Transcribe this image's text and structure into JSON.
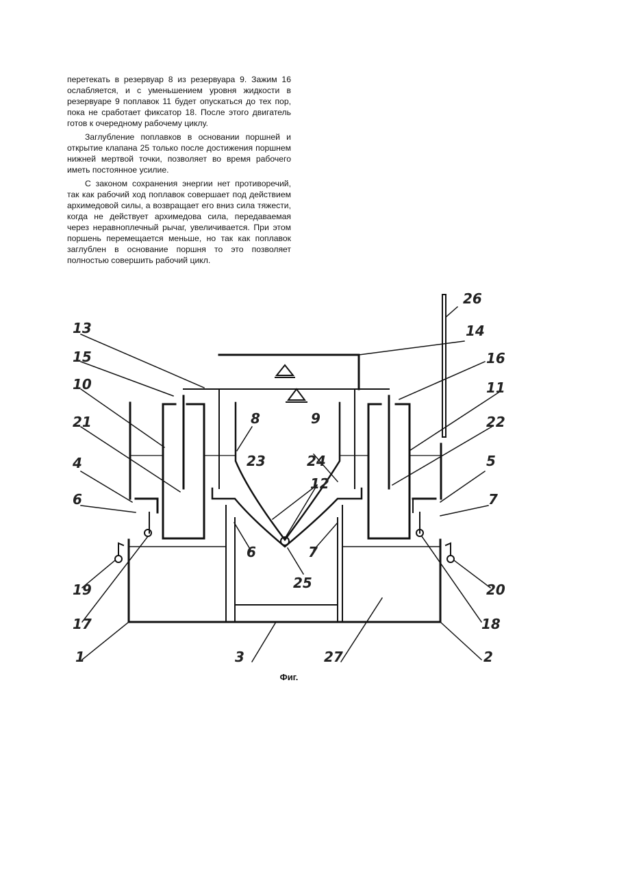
{
  "paragraphs": [
    "перетекать в резервуар 8 из резервуара 9. Зажим 16 ослабляется, и с уменьшением уровня жидкости в резервуаре 9 поплавок 11 будет опускаться до тех пор, пока не сработает фиксатор 18. После этого двигатель готов к очередному рабочему циклу.",
    "Заглубление поплавков в основании поршней и открытие клапана 25 только после достижения поршнем нижней мертвой точки, позволяет во время рабочего иметь постоянное усилие.",
    "С законом сохранения энергии нет противоречий, так как рабочий ход поплавок совершает под действием архимедовой силы, а возвращает его вниз сила тяжести, когда не действует архимедова сила, передаваемая через неравноплечный рычаг, увеличивается. При этом поршень перемещается меньше, но так как поплавок заглублен в основание поршня то это позволяет полностью совершить рабочий цикл."
  ],
  "figure": {
    "labels": {
      "l26": "26",
      "l14": "14",
      "l13": "13",
      "l15": "15",
      "l16": "16",
      "l10": "10",
      "l11": "11",
      "l21": "21",
      "l22": "22",
      "l8": "8",
      "l9": "9",
      "l23": "23",
      "l24": "24",
      "l4": "4",
      "l5": "5",
      "l6a": "6",
      "l7a": "7",
      "l12": "12",
      "l6b": "6",
      "l7b": "7",
      "l19": "19",
      "l20": "20",
      "l25": "25",
      "l17": "17",
      "l18": "18",
      "l1": "1",
      "l3": "3",
      "l27": "27",
      "l2": "2"
    },
    "caption": "Фиг."
  }
}
